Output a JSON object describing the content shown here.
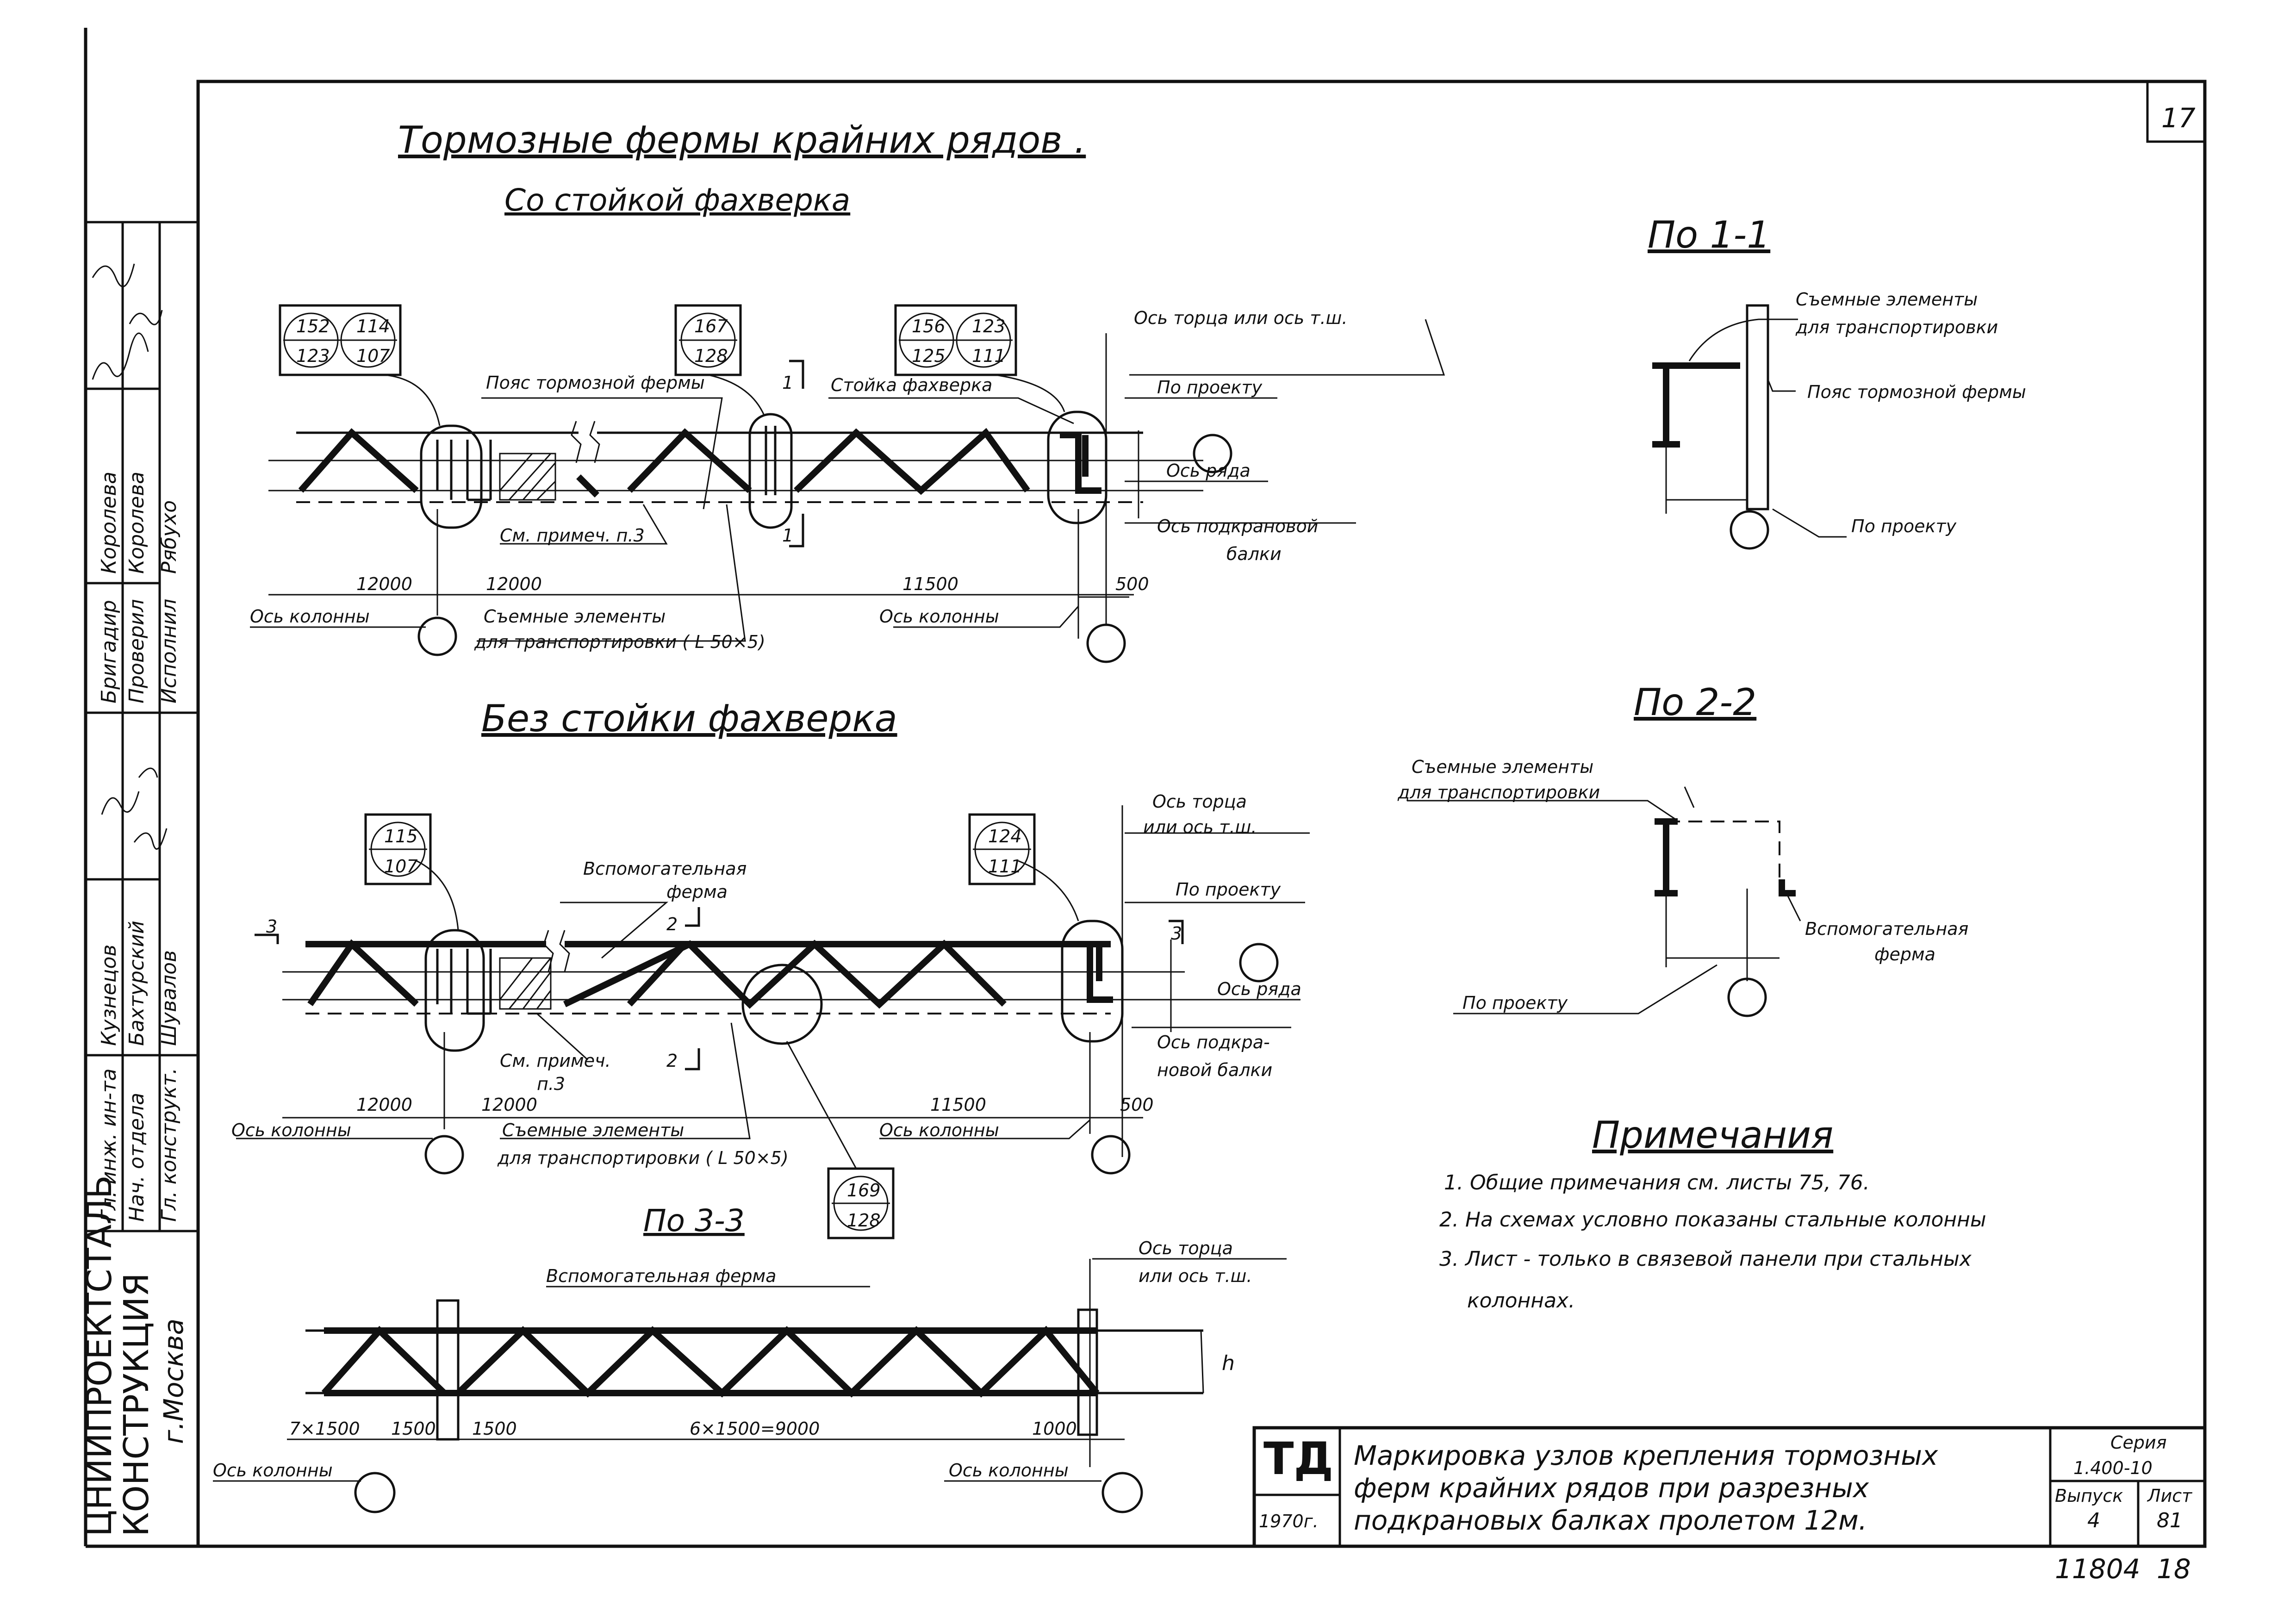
{
  "sheet": {
    "page_no": "17",
    "bottom_code": "11804",
    "bottom_no": "18"
  },
  "titles": {
    "main": "Тормозные фермы крайних рядов .",
    "sub1": "Со стойкой фахверка",
    "sub2": "Без стойки фахверка",
    "sec11": "По 1-1",
    "sec22": "По 2-2",
    "sec33": "По 3-3"
  },
  "diagram1": {
    "node_a": [
      "152",
      "114",
      "123",
      "107"
    ],
    "node_b": [
      "167",
      "128"
    ],
    "node_c": [
      "156",
      "123",
      "125",
      "111"
    ],
    "section_mark": "1",
    "belt": "Пояс тормозной фермы",
    "post": "Стойка фахверка",
    "axis_end": "Ось торца или ось т.ш.",
    "by_project": "По проекту",
    "row_axis": "Ось ряда",
    "crane_axis_1": "Ось подкрановой",
    "crane_axis_2": "балки",
    "note_ref": "См. примеч. п.3",
    "dim1": "12000",
    "dim2": "12000",
    "dim3": "11500",
    "dim4": "500",
    "col_axis_l": "Ось колонны",
    "col_axis_r": "Ось колонны",
    "removable_1": "Съемные элементы",
    "removable_2": "для транспортировки ( L 50×5)"
  },
  "diagram2": {
    "node_a": [
      "115",
      "107"
    ],
    "node_c": [
      "124",
      "111"
    ],
    "node_d": [
      "169",
      "128"
    ],
    "aux_1": "Вспомогательная",
    "aux_2": "ферма",
    "sec3": "3",
    "sec2": "2",
    "axis_end_1": "Ось торца",
    "axis_end_2": "или ось т.ш.",
    "by_project": "По проекту",
    "row_axis": "Ось ряда",
    "crane_1": "Ось подкра-",
    "crane_2": "новой балки",
    "note_1": "См. примеч.",
    "note_2": "п.3",
    "dim1": "12000",
    "dim2": "12000",
    "dim3": "11500",
    "dim4": "500",
    "col_axis_l": "Ось колонны",
    "col_axis_r": "Ось колонны",
    "removable_1": "Съемные элементы",
    "removable_2": "для транспортировки ( L 50×5)"
  },
  "diagram3": {
    "aux": "Вспомогательная ферма",
    "axis_end_1": "Ось торца",
    "axis_end_2": "или ось т.ш.",
    "h": "h",
    "dims": [
      "7×1500",
      "1500",
      "1500",
      "6×1500=9000",
      "1000"
    ],
    "col_axis_l": "Ось колонны",
    "col_axis_r": "Ось колонны"
  },
  "section11": {
    "removable_1": "Съемные элементы",
    "removable_2": "для транспортировки",
    "belt": "Пояс тормозной фермы",
    "by_project": "По проекту"
  },
  "section22": {
    "removable_1": "Съемные элементы",
    "removable_2": "для транспортировки",
    "aux_1": "Вспомогательная",
    "aux_2": "ферма",
    "by_project": "По проекту"
  },
  "notes": {
    "title": "Примечания",
    "n1": "1. Общие примечания см. листы 75, 76.",
    "n2": "2. На схемах условно показаны стальные колонны",
    "n3a": "3. Лист - только в связевой панели при стальных",
    "n3b": "колоннах."
  },
  "stamp": {
    "logo": "ТД",
    "year": "1970г.",
    "t1": "Маркировка узлов крепления тормозных",
    "t2": "ферм крайних рядов при разрезных",
    "t3": "подкрановых балках пролетом 12м.",
    "series_label": "Серия",
    "series": "1.400-10",
    "issue_label": "Выпуск",
    "issue": "4",
    "sheet_label": "Лист",
    "sheet": "81"
  },
  "left_block": {
    "org": "ЦНИИПРОЕКТСТАЛЬ",
    "org2": "КОНСТРУКЦИЯ",
    "city": "г.Москва",
    "roles": [
      "Гл. инж. ин-та",
      "Нач. отдела",
      "Гл. конструкт.",
      "Бригадир",
      "Проверил",
      "Исполнил"
    ],
    "names": [
      "Кузнецов",
      "Бахтурский",
      "Шувалов",
      "Королева",
      "Королева",
      "Рябухо"
    ]
  }
}
